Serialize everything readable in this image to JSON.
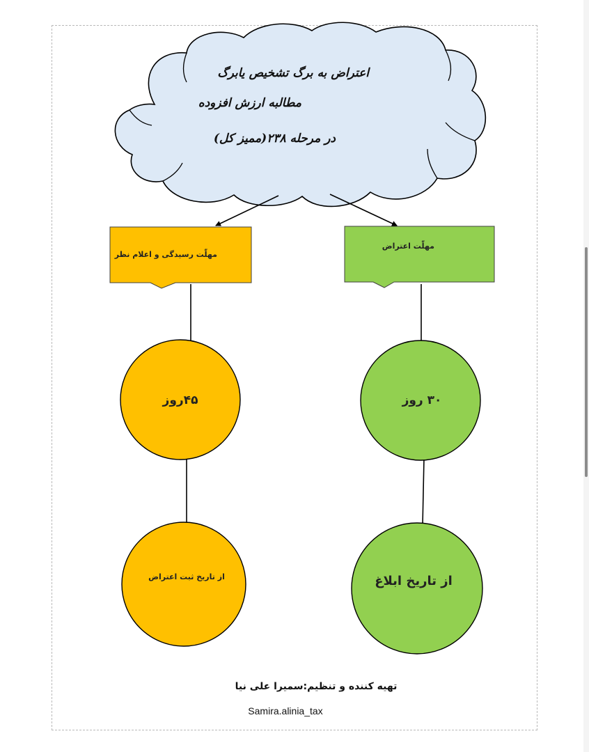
{
  "cloud": {
    "line1": "اعتراض به برگ تشخیص یابرگ",
    "line2": "مطالبه ارزش افزوده",
    "line3": "در مرحله ۲۳۸(ممیز کل)"
  },
  "branches": {
    "left": {
      "box_label": "مهلّت رسیدگی و اعلام نظر",
      "circle1_label": "۴۵روز",
      "circle2_label": "از تاریخ ثبت اعتراض"
    },
    "right": {
      "box_label": "مهلّت اعتراض",
      "circle1_label": "۳۰ روز",
      "circle2_label": "از تاریخ ابلاغ"
    }
  },
  "footer": {
    "author": "تهیه کننده و تنظیم:سمیرا علی نیا",
    "handle": "Samira.alinia_tax"
  },
  "colors": {
    "cloud_fill": "#dde9f6",
    "orange": "#ffc000",
    "green": "#92d050",
    "stroke": "#000000"
  }
}
